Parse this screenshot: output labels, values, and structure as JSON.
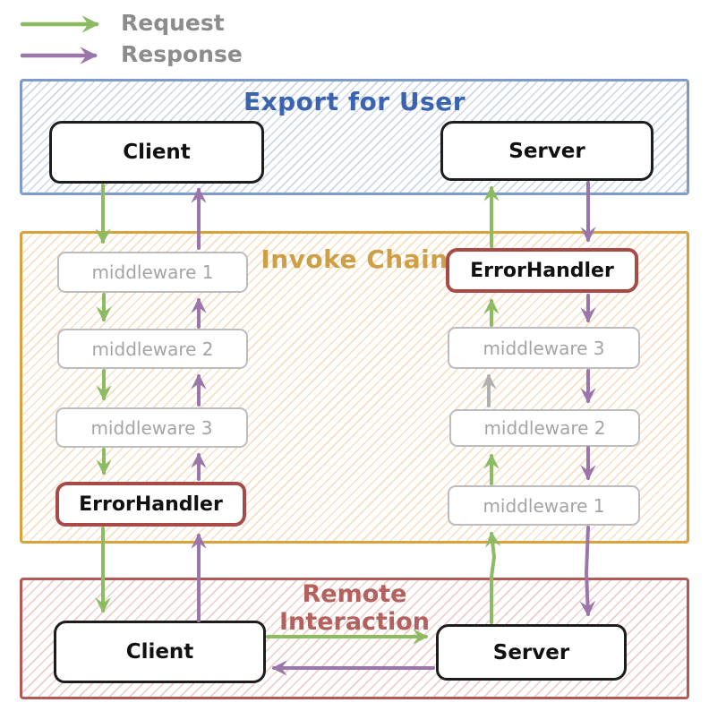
{
  "legend": {
    "request_label": "Request",
    "response_label": "Response"
  },
  "colors": {
    "request_green": "#8cbb62",
    "response_purple": "#9a76ab",
    "muted_gray_arrow": "#b0b0b0",
    "export_border": "#7e9bcb",
    "export_title": "#3a63b0",
    "invoke_border": "#d9a23a",
    "invoke_title": "#cf9f45",
    "remote_border": "#b25a55",
    "remote_title": "#b2615d",
    "error_handler_border": "#a84a47",
    "middleware_text": "#a4a4a4",
    "node_border_black": "#1d1d1d",
    "legend_text": "#8c8c8c"
  },
  "export_section": {
    "title": "Export for User",
    "client_label": "Client",
    "server_label": "Server"
  },
  "invoke_section": {
    "title": "Invoke Chain",
    "left_chain": [
      {
        "label": "middleware 1"
      },
      {
        "label": "middleware 2"
      },
      {
        "label": "middleware 3"
      },
      {
        "label": "ErrorHandler"
      }
    ],
    "right_chain": [
      {
        "label": "ErrorHandler"
      },
      {
        "label": "middleware 3"
      },
      {
        "label": "middleware 2"
      },
      {
        "label": "middleware 1"
      }
    ]
  },
  "remote_section": {
    "title_line1": "Remote",
    "title_line2": "Interaction",
    "client_label": "Client",
    "server_label": "Server"
  }
}
